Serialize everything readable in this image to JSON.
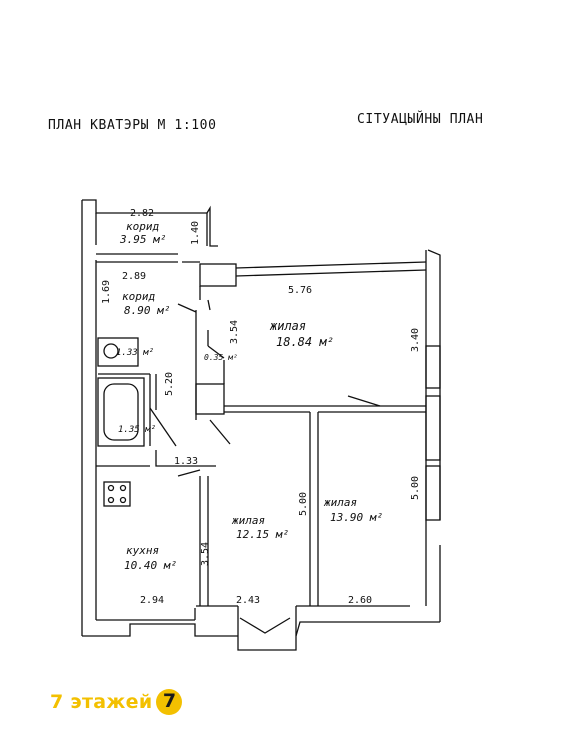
{
  "header": {
    "title_left": "ПЛАН КВАТЭРЫ М  1:100",
    "title_right": "СІТУАЦЫЙНЫ ПЛАН"
  },
  "rooms": {
    "corridor_top": {
      "name": "корид",
      "area": "3.95 м²"
    },
    "corridor_main": {
      "name": "корид",
      "area": "8.90 м²"
    },
    "wc": {
      "area": "1.33 м²"
    },
    "bath": {
      "area": "1.35 м²"
    },
    "closet": {
      "area": "0.35 м²"
    },
    "living_big": {
      "name": "жилая",
      "area": "18.84 м²"
    },
    "living_mid": {
      "name": "жилая",
      "area": "12.15 м²"
    },
    "living_right": {
      "name": "жилая",
      "area": "13.90 м²"
    },
    "kitchen": {
      "name": "кухня",
      "area": "10.40 м²"
    }
  },
  "dimensions": {
    "d_2_82": "2.82",
    "d_1_40": "1.40",
    "d_2_89": "2.89",
    "d_1_69": "1.69",
    "d_5_76": "5.76",
    "d_3_54_a": "3.54",
    "d_3_40": "3.40",
    "d_5_20": "5.20",
    "d_1_33": "1.33",
    "d_5_00_a": "5.00",
    "d_5_00_b": "5.00",
    "d_3_54_b": "3.54",
    "d_2_94": "2.94",
    "d_2_43": "2.43",
    "d_2_60": "2.60"
  },
  "logo": {
    "text": "7 этажей",
    "badge": "7",
    "color": "#f3c000"
  }
}
